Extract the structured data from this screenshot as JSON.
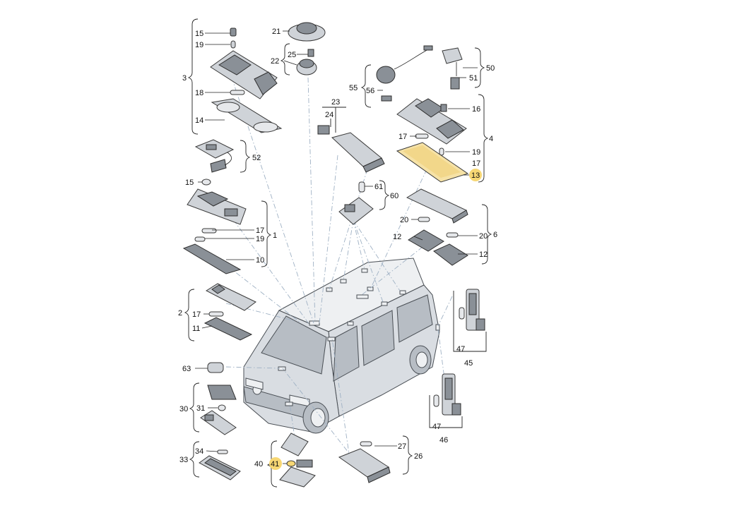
{
  "labels": {
    "n15": "15",
    "n19": "19",
    "n3": "3",
    "n18": "18",
    "n14": "14",
    "n21": "21",
    "n25": "25",
    "n22": "22",
    "n50": "50",
    "n51": "51",
    "n55": "55",
    "n56": "56",
    "n23": "23",
    "n24": "24",
    "n16": "16",
    "n4": "4",
    "n17a": "17",
    "n19b": "19",
    "n17b": "17",
    "n13": "13",
    "n52": "52",
    "n15b": "15",
    "n61": "61",
    "n60": "60",
    "n17c": "17",
    "n19c": "19",
    "n1": "1",
    "n10": "10",
    "n20a": "20",
    "n20b": "20",
    "n6": "6",
    "n12a": "12",
    "n12b": "12",
    "n2": "2",
    "n17d": "17",
    "n11": "11",
    "n47a": "47",
    "n45": "45",
    "n63": "63",
    "n30": "30",
    "n31": "31",
    "n47b": "47",
    "n46": "46",
    "n34": "34",
    "n27": "27",
    "n33": "33",
    "n26": "26",
    "n40": "40",
    "n41": "41"
  },
  "colors": {
    "highlight": "#f7d774",
    "highlight_sheet": "#f6e2a6",
    "callout_lines": "#9fb1c4"
  }
}
